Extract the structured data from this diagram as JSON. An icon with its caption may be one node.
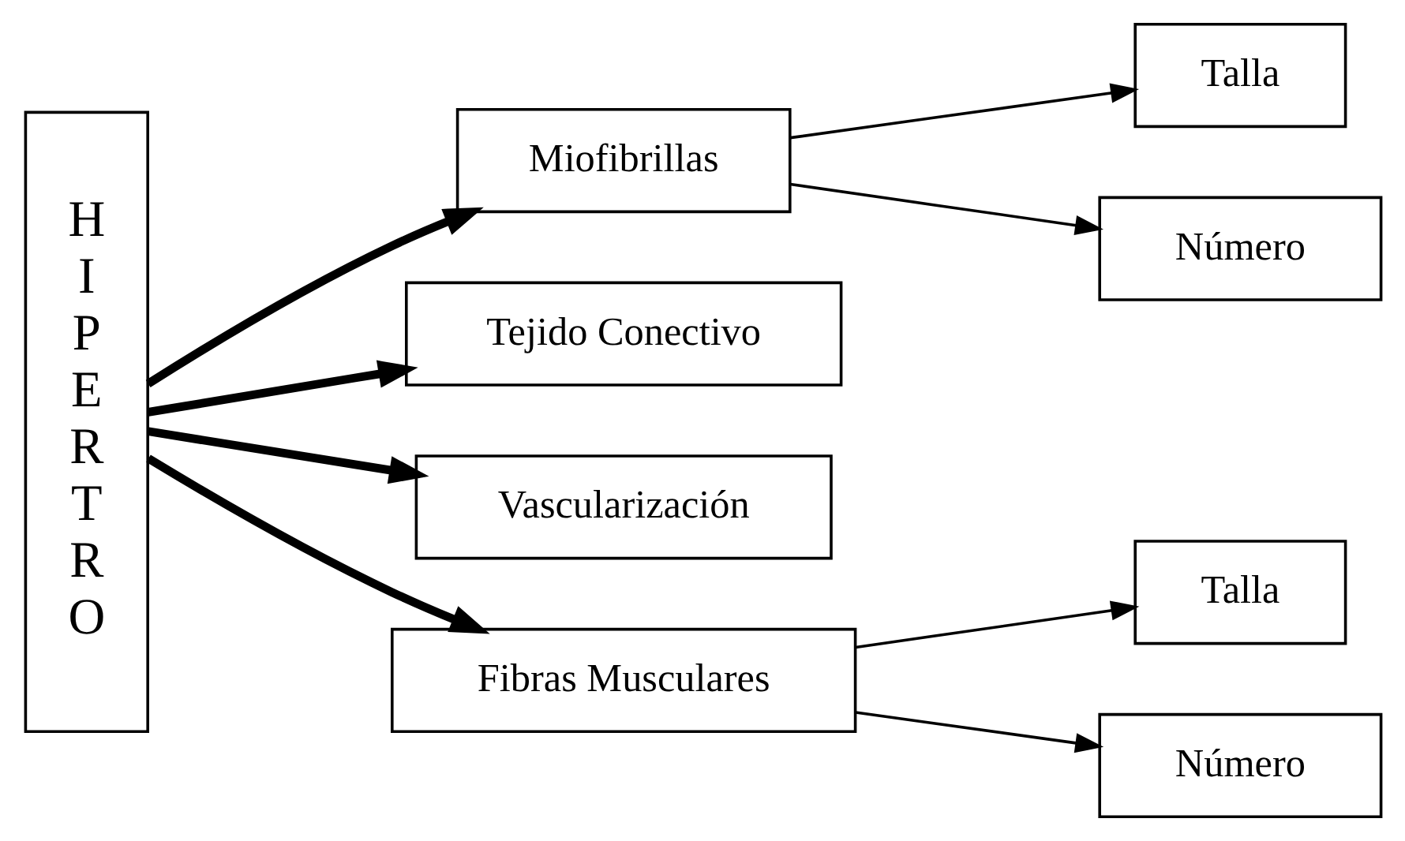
{
  "diagram": {
    "nodes": [
      {
        "text": [
          "H I P E R T R O"
        ]
      },
      {
        "text": [
          "Miofibrillas"
        ]
      },
      {
        "text": [
          "Talla"
        ]
      },
      {
        "text": [
          "Número"
        ]
      },
      {
        "text": [
          "Tejido Conectivo"
        ]
      },
      {
        "text": [
          "Vascularización"
        ]
      },
      {
        "text": [
          "Fibras Musculares"
        ]
      },
      {
        "text": [
          "Talla"
        ]
      },
      {
        "text": [
          "Número"
        ]
      }
    ],
    "edges": [
      {
        "from": 0,
        "to": 1,
        "arrow": "to",
        "style": "thick"
      },
      {
        "from": 0,
        "to": 4,
        "arrow": "to",
        "style": "thick"
      },
      {
        "from": 0,
        "to": 5,
        "arrow": "to",
        "style": "thick"
      },
      {
        "from": 0,
        "to": 6,
        "arrow": "to",
        "style": "thick"
      },
      {
        "from": 1,
        "to": 2,
        "arrow": "to"
      },
      {
        "from": 1,
        "to": 3,
        "arrow": "to"
      },
      {
        "from": 6,
        "to": 7,
        "arrow": "to"
      },
      {
        "from": 6,
        "to": 8,
        "arrow": "to"
      }
    ]
  }
}
